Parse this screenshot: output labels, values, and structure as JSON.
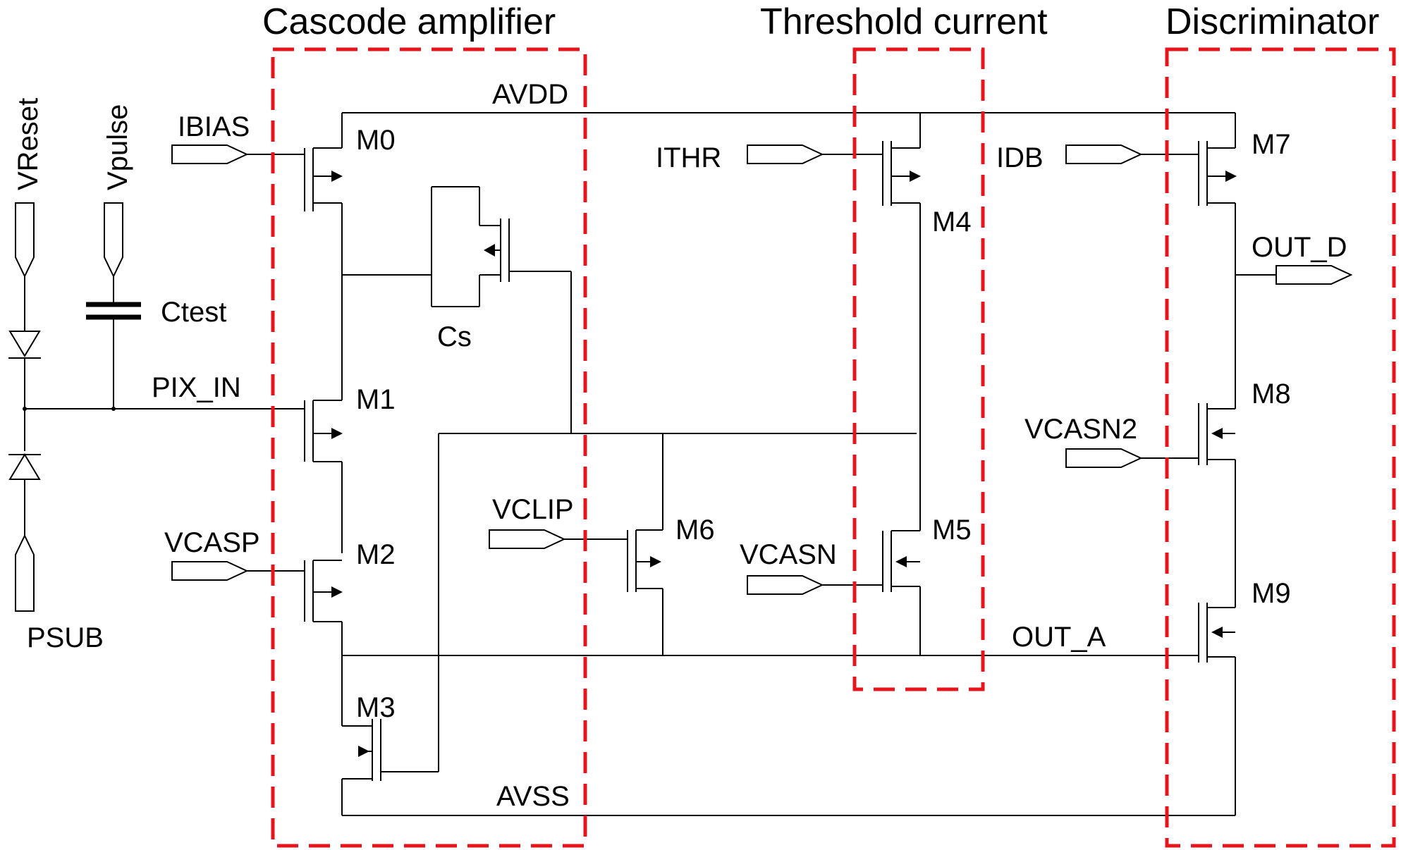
{
  "sections": {
    "cascode": "Cascode amplifier",
    "threshold": "Threshold current",
    "discriminator": "Discriminator"
  },
  "rails": {
    "avdd": "AVDD",
    "avss": "AVSS"
  },
  "nets": {
    "pix_in": "PIX_IN",
    "out_a": "OUT_A",
    "out_d": "OUT_D"
  },
  "inputs": {
    "vreset": "VReset",
    "vpulse": "Vpulse",
    "psub": "PSUB",
    "ibias": "IBIAS",
    "vcasp": "VCASP",
    "vclip": "VCLIP",
    "ithr": "ITHR",
    "vcasn": "VCASN",
    "idb": "IDB",
    "vcasn2": "VCASN2"
  },
  "components": {
    "ctest": "Ctest",
    "cs": "Cs",
    "m0": "M0",
    "m1": "M1",
    "m2": "M2",
    "m3": "M3",
    "m4": "M4",
    "m5": "M5",
    "m6": "M6",
    "m7": "M7",
    "m8": "M8",
    "m9": "M9"
  }
}
